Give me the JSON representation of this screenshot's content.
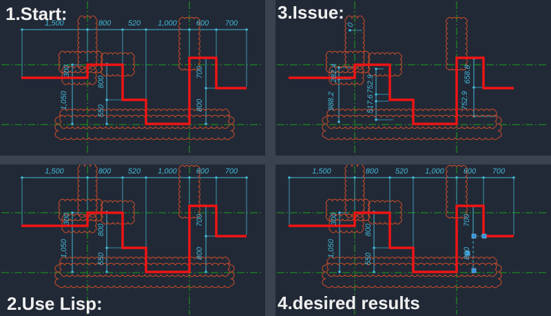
{
  "colors": {
    "background": "#222936",
    "divider": "#3a424f",
    "profile_red": "#f21414",
    "cloud_red": "#bf4a2a",
    "centerline_green": "#18a31b",
    "dimension_cyan": "#41b9d8",
    "label_white": "#f0f0f0",
    "grip_blue": "#2f93dc"
  },
  "panels": [
    {
      "id": "start",
      "label": "1.Start:",
      "top_dims": [
        "1,500",
        "800",
        "520",
        "1,000",
        "600",
        "700"
      ],
      "v_dims": [
        "300",
        "1,050",
        "800",
        "550",
        "700",
        "800"
      ]
    },
    {
      "id": "issue",
      "label": "3.Issue:",
      "zero_dim": "0",
      "v_dims": [
        "282.4",
        "988.2",
        "752.9",
        "517.6",
        "658.8",
        "752.9"
      ]
    },
    {
      "id": "lisp",
      "label": "2.Use Lisp:",
      "top_dims": [
        "1,500",
        "800",
        "520",
        "1,000",
        "600",
        "700"
      ],
      "v_dims": [
        "300",
        "1,050",
        "800",
        "550",
        "700",
        "800"
      ]
    },
    {
      "id": "desired",
      "label": "4.desired results",
      "top_dims": [
        "1,500",
        "800",
        "520",
        "1,000",
        "600",
        "700"
      ],
      "v_dims": [
        "300",
        "1,050",
        "800",
        "550",
        "700",
        "800"
      ]
    }
  ]
}
